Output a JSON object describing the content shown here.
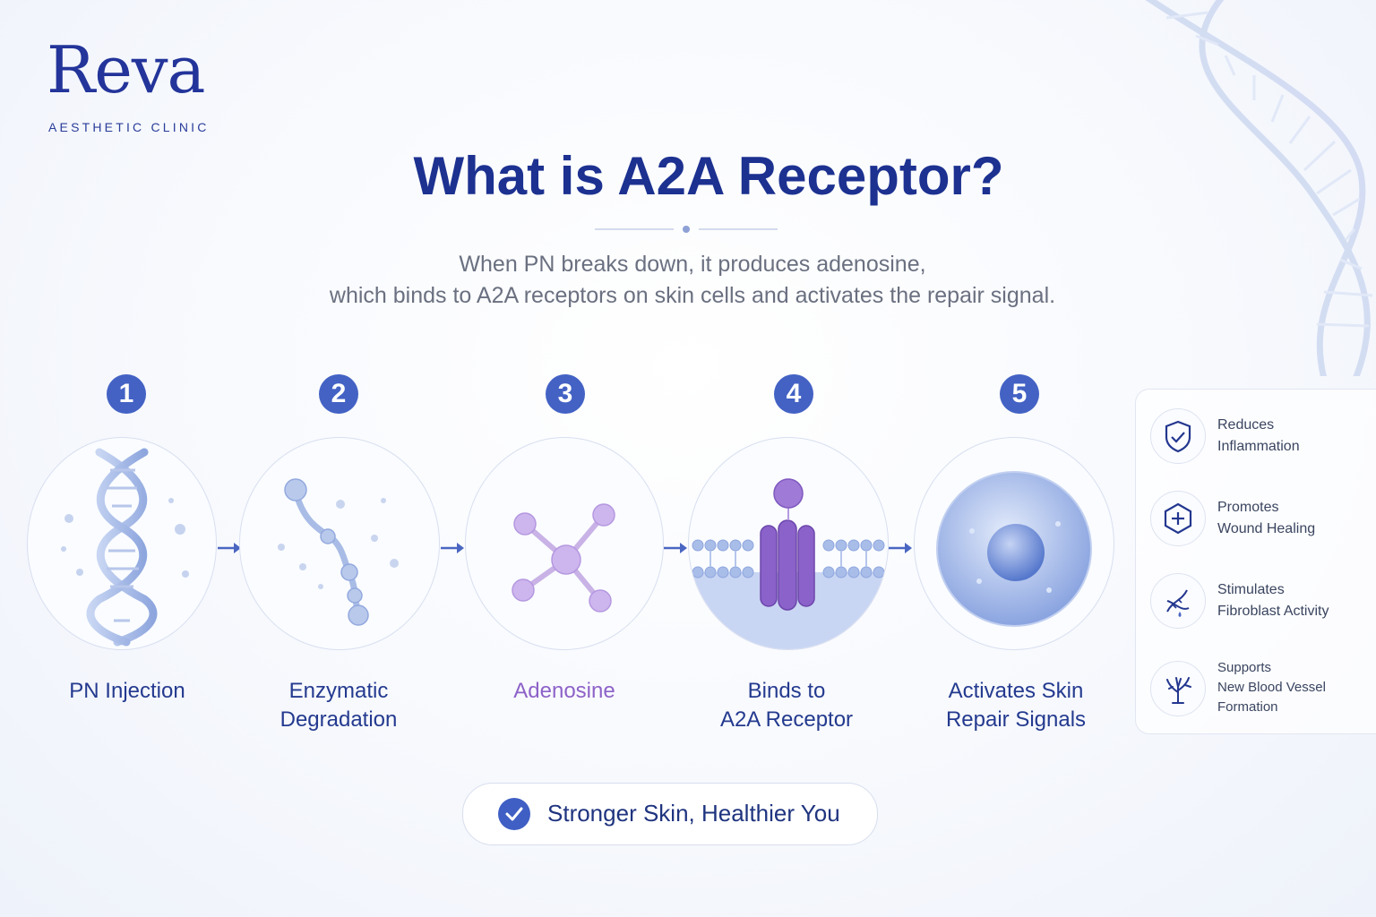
{
  "brand": {
    "name": "Reva",
    "tagline": "AESTHETIC CLINIC"
  },
  "title": "What is A2A Receptor?",
  "subtitle": {
    "line1": "When PN breaks down, it produces adenosine,",
    "line2": "which binds to A2A receptors on skin cells and activates the repair signal."
  },
  "steps": [
    {
      "number": "1",
      "label_line1": "PN Injection",
      "label_line2": "",
      "illustration": "dna-helix"
    },
    {
      "number": "2",
      "label_line1": "Enzymatic",
      "label_line2": "Degradation",
      "illustration": "fragmented-strand"
    },
    {
      "number": "3",
      "label_line1": "Adenosine",
      "label_line2": "",
      "illustration": "molecule"
    },
    {
      "number": "4",
      "label_line1": "Binds to",
      "label_line2": "A2A Receptor",
      "illustration": "membrane-receptor"
    },
    {
      "number": "5",
      "label_line1": "Activates Skin",
      "label_line2": "Repair Signals",
      "illustration": "cell"
    }
  ],
  "benefits": [
    {
      "icon": "shield-check-icon",
      "line1": "Reduces",
      "line2": "Inflammation",
      "line3": ""
    },
    {
      "icon": "plus-hexagon-icon",
      "line1": "Promotes",
      "line2": "Wound Healing",
      "line3": ""
    },
    {
      "icon": "dna-drop-icon",
      "line1": "Stimulates",
      "line2": "Fibroblast Activity",
      "line3": ""
    },
    {
      "icon": "vessel-branch-icon",
      "line1": "Supports",
      "line2": "New Blood Vessel",
      "line3": "Formation"
    }
  ],
  "cta": {
    "text": "Stronger Skin, Healthier You",
    "icon": "check-circle-icon"
  },
  "colors": {
    "navy": "#1c3190",
    "step_badge": "#4362c4",
    "adenosine_purple": "#8d62c8",
    "text_gray": "#6a7080"
  }
}
